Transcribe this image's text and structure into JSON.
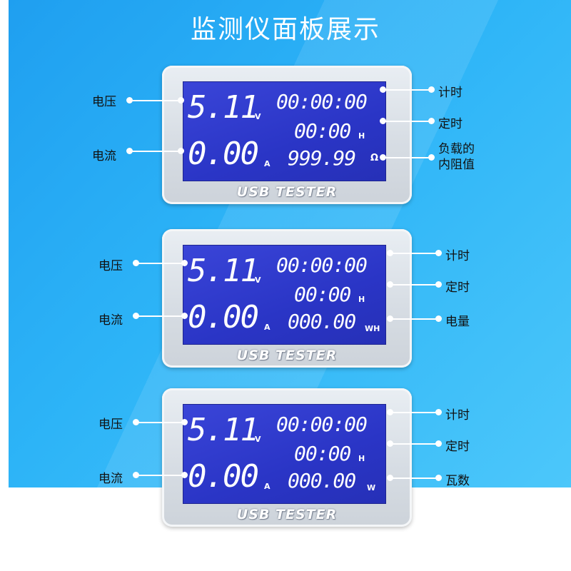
{
  "page_title": "监测仪面板展示",
  "panels": [
    {
      "brand": "USB TESTER",
      "voltage": "5.11",
      "voltage_unit": "V",
      "current": "0.00",
      "current_unit": "A",
      "timer": "00:00:00",
      "schedule": "00:00",
      "schedule_unit": "H",
      "third_value": "999.99",
      "third_unit": "Ω",
      "left_labels": [
        "电压",
        "电流"
      ],
      "right_labels": [
        "计时",
        "定时",
        "负载的",
        "内阻值"
      ]
    },
    {
      "brand": "USB TESTER",
      "voltage": "5.11",
      "voltage_unit": "V",
      "current": "0.00",
      "current_unit": "A",
      "timer": "00:00:00",
      "schedule": "00:00",
      "schedule_unit": "H",
      "third_value": "000.00",
      "third_unit": "WH",
      "left_labels": [
        "电压",
        "电流"
      ],
      "right_labels": [
        "计时",
        "定时",
        "电量"
      ]
    },
    {
      "brand": "USB TESTER",
      "voltage": "5.11",
      "voltage_unit": "V",
      "current": "0.00",
      "current_unit": "A",
      "timer": "00:00:00",
      "schedule": "00:00",
      "schedule_unit": "H",
      "third_value": "000.00",
      "third_unit": "W",
      "left_labels": [
        "电压",
        "电流"
      ],
      "right_labels": [
        "计时",
        "定时",
        "瓦数"
      ]
    }
  ],
  "colors": {
    "background": "#2aaaf5",
    "lcd": "#2f3acb",
    "panel": "#dde2e8",
    "text": "#ffffff"
  }
}
